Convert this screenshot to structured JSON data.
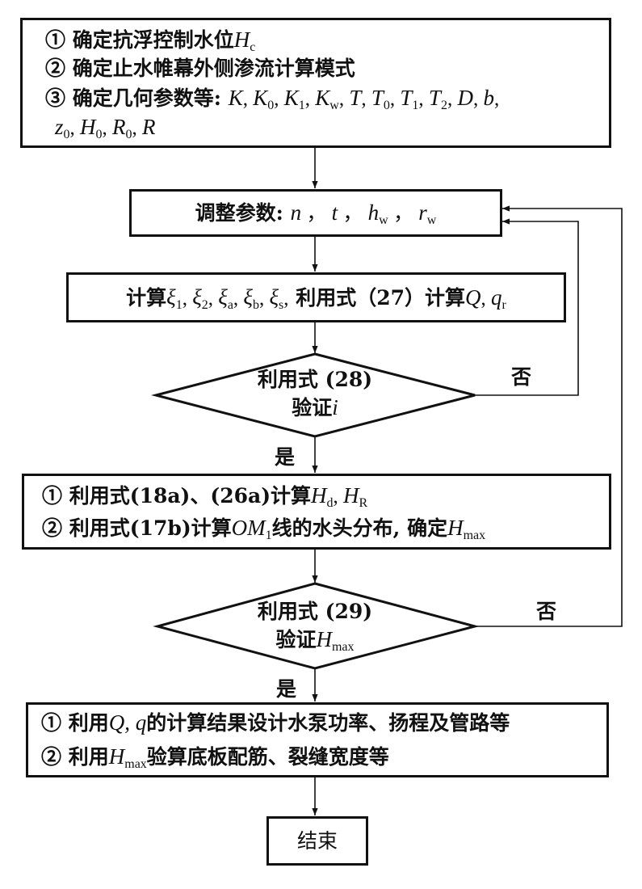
{
  "box_init": {
    "line1": {
      "num": "①",
      "text": "确定抗浮控制水位",
      "var": "H",
      "sub": "c"
    },
    "line2": {
      "num": "②",
      "text": "确定止水帷幕外侧渗流计算模式"
    },
    "line3": {
      "num": "③",
      "text": "确定几何参数等:",
      "params": [
        {
          "v": "K",
          "s": ""
        },
        {
          "v": "K",
          "s": "0"
        },
        {
          "v": "K",
          "s": "1"
        },
        {
          "v": "K",
          "s": "w"
        },
        {
          "v": "T",
          "s": ""
        },
        {
          "v": "T",
          "s": "0"
        },
        {
          "v": "T",
          "s": "1"
        },
        {
          "v": "T",
          "s": "2"
        },
        {
          "v": "D",
          "s": ""
        },
        {
          "v": "b",
          "s": ""
        }
      ]
    },
    "line4": {
      "params": [
        {
          "v": "z",
          "s": "0"
        },
        {
          "v": "H",
          "s": "0"
        },
        {
          "v": "R",
          "s": "0"
        },
        {
          "v": "R",
          "s": ""
        }
      ]
    }
  },
  "box_adjust": {
    "text": "调整参数:",
    "params": [
      {
        "v": "n",
        "s": ""
      },
      {
        "v": "t",
        "s": ""
      },
      {
        "v": "h",
        "s": "w"
      },
      {
        "v": "r",
        "s": "w"
      }
    ]
  },
  "box_compute": {
    "prefix": "计算",
    "xi": [
      {
        "v": "ξ",
        "s": "1"
      },
      {
        "v": "ξ",
        "s": "2"
      },
      {
        "v": "ξ",
        "s": "a"
      },
      {
        "v": "ξ",
        "s": "b"
      },
      {
        "v": "ξ",
        "s": "s"
      }
    ],
    "middle": "利用式（27）计算",
    "outputs": [
      {
        "v": "Q",
        "s": ""
      },
      {
        "v": "q",
        "s": "r"
      }
    ]
  },
  "decision1": {
    "line1": "利用式 (28)",
    "line2_text": "验证",
    "line2_var": "i",
    "no_label": "否",
    "yes_label": "是"
  },
  "box_head": {
    "line1": {
      "num": "①",
      "text": "利用式(18a)、(26a)计算",
      "vars": [
        {
          "v": "H",
          "s": "d"
        },
        {
          "v": "H",
          "s": "R"
        }
      ]
    },
    "line2": {
      "num": "②",
      "text": "利用式(17b)计算",
      "var": "OM",
      "var_sub": "1",
      "text2": "线的水头分布, 确定",
      "var2": "H",
      "var2_sub": "max"
    }
  },
  "decision2": {
    "line1": "利用式 (29)",
    "line2_text": "验证",
    "line2_var": "H",
    "line2_sub": "max",
    "no_label": "否",
    "yes_label": "是"
  },
  "box_design": {
    "line1": {
      "num": "①",
      "pre": "利用",
      "vars": "Q, q",
      "text": "的计算结果设计水泵功率、扬程及管路等"
    },
    "line2": {
      "num": "②",
      "pre": "利用",
      "var": "H",
      "sub": "max",
      "text": "验算底板配筋、裂缝宽度等"
    }
  },
  "end_box": {
    "label": "结束"
  }
}
